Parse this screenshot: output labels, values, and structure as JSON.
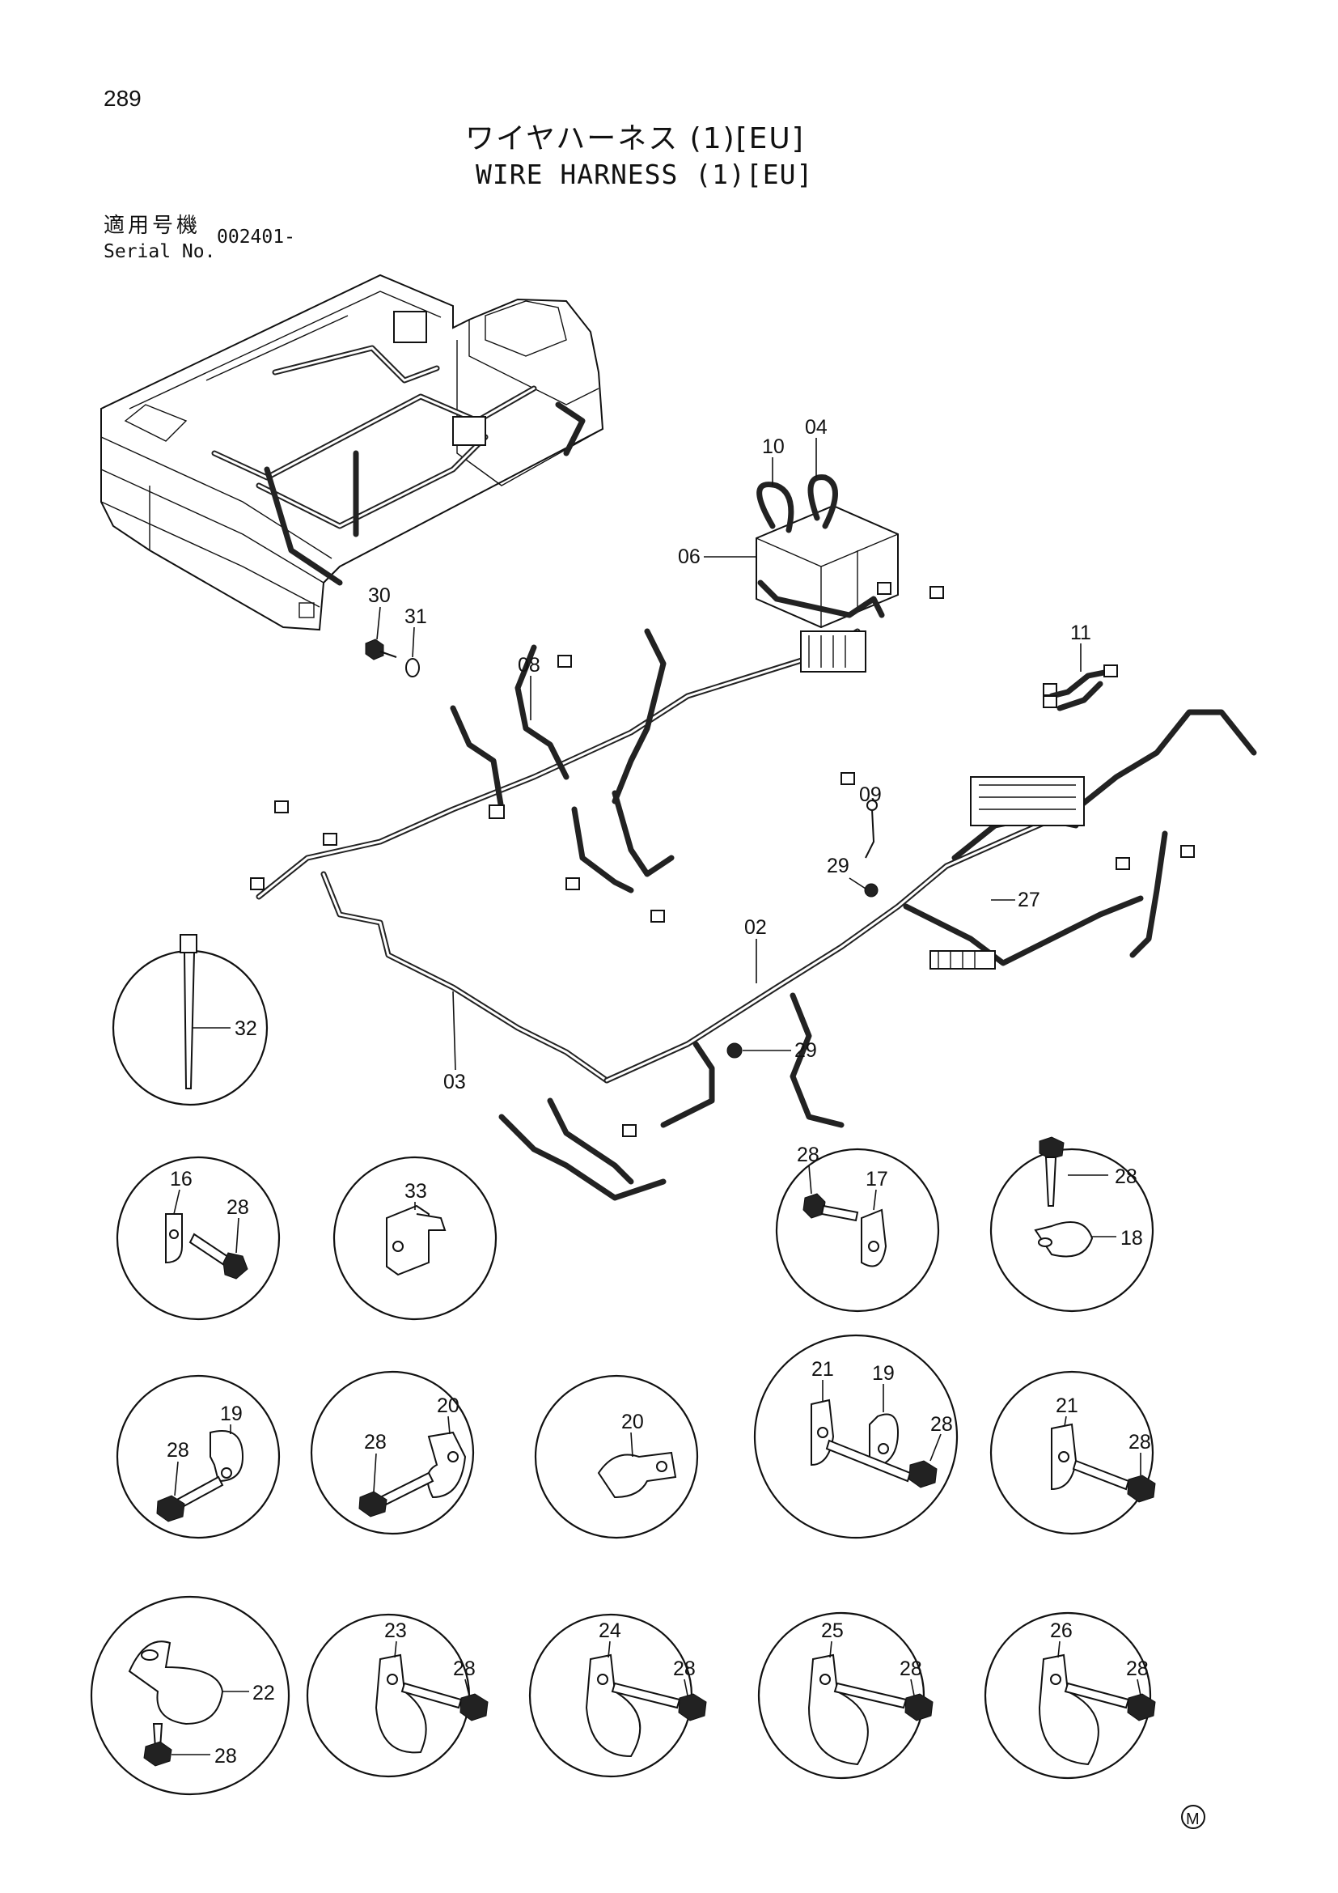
{
  "page": {
    "number": "289",
    "title_jp": "ワイヤハーネス (1)[EU]",
    "title_en": "WIRE HARNESS (1)[EU]",
    "serial_label_jp": "適用号機",
    "serial_label_en": "Serial No.",
    "serial_value": "002401-",
    "mark": "M"
  },
  "main_callouts": [
    "10",
    "04",
    "06",
    "08",
    "11",
    "30",
    "31",
    "09",
    "29",
    "27",
    "02",
    "32",
    "03",
    "29"
  ],
  "detail_circles": [
    {
      "labels": [
        "32"
      ]
    },
    {
      "labels": [
        "16",
        "28"
      ]
    },
    {
      "labels": [
        "33"
      ]
    },
    {
      "labels": [
        "28",
        "17"
      ]
    },
    {
      "labels": [
        "28",
        "18"
      ]
    },
    {
      "labels": [
        "19",
        "28"
      ]
    },
    {
      "labels": [
        "20",
        "28"
      ]
    },
    {
      "labels": [
        "20"
      ]
    },
    {
      "labels": [
        "21",
        "19",
        "28"
      ]
    },
    {
      "labels": [
        "21",
        "28"
      ]
    },
    {
      "labels": [
        "22",
        "28"
      ]
    },
    {
      "labels": [
        "23",
        "28"
      ]
    },
    {
      "labels": [
        "24",
        "28"
      ]
    },
    {
      "labels": [
        "25",
        "28"
      ]
    },
    {
      "labels": [
        "26",
        "28"
      ]
    }
  ]
}
